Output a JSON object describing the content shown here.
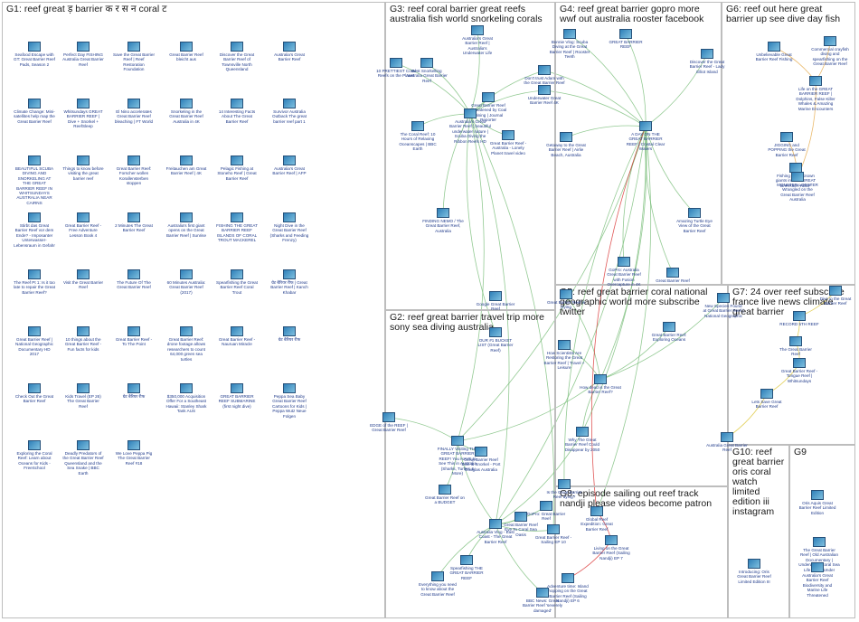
{
  "groups": [
    {
      "id": "g1",
      "label": "G1: reef great ड़ barrier क र स न coral ट"
    },
    {
      "id": "g2",
      "label": "G2: reef great barrier travel trip more sony sea diving australia"
    },
    {
      "id": "g3",
      "label": "G3: reef coral barrier great reefs australia fish world snorkeling corals"
    },
    {
      "id": "g4",
      "label": "G4: reef great barrier gopro more wwf out australia rooster facebook"
    },
    {
      "id": "g5",
      "label": "G5: reef great barrier coral national geographic world more subscribe twitter"
    },
    {
      "id": "g6",
      "label": "G6: reef out here great barrier up see dive day fish"
    },
    {
      "id": "g7",
      "label": "G7: 24 over reef subscribe france live news climate great barrier"
    },
    {
      "id": "g8",
      "label": "G8: episode sailing out reef track nandji please videos become patron"
    },
    {
      "id": "g9",
      "label": "G9"
    },
    {
      "id": "g10",
      "label": "G10: reef great barrier oris coral watch limited edition iii instagram"
    }
  ],
  "nodes": {
    "g1": [
      "Seafood Escape with GT: Great Barrier Reef Pads, Season 2",
      "Perfect Day FISHING Australia Great Barrier Reef",
      "Save the Great Barrier Reef | Reef Restoration Foundation",
      "Great Barrier Reef bleicht aus",
      "Discover the Great Barrier Reef of Townsville North Queensland",
      "Australia's Great Barrier Reef",
      "Climate Change: Mini-satellites help map the Great Barrier Reef",
      "Whitsundays GREAT BARRIER REEF | Dive + Snorkel + ReefSleep",
      "El Nino accelerates Great Barrier Reef bleaching | FT World",
      "Snorkeling in the Great Barrier Reef Australia in 4K",
      "14 Interesting Facts About The Great Barrier Reef",
      "Survivor Australia Outback The great barrier reef part 1",
      "BEAUTIFUL SCUBA DIVING AND SNORKELING AT THE GREAT BARRIER REEF IN WHITSUNDAYS AUSTRALIA NEAR CAIRNS",
      "Things to know before visiting the great barrier reef",
      "Great Barrier Reef: Forscher wollen Korallensterben stoppen",
      "Freitauchen am Great Barrier Reef | 4K",
      "Pelagic Fishing at Stoneho Reef | Great Barrier Reef",
      "Australia's Great Barrier Reef | AFP",
      "Stirbt das Great Barrier Reef vor dem Ende? - Imposanter Unterwasser-Lebensraum in Gefahr",
      "Great Barrier Reef - Free Adventure Lesson Book 4",
      "2 Minutes The Great Barrier Reef",
      "Australia's first giant opens on the Great Barrier Reef | Sunrise",
      "FISHING THE GREAT BARRIER REEF ISLANDS OF CORAL TROUT MACKEREL",
      "Night Dive in the Great Barrier Reef (Sharks and Feeding Frenzy)",
      "The Reef Pt 1: Is it too late to repair the Great Barrier Reef?",
      "Visit the Great Barrier Reef",
      "The Future Of The Great Barrier Reef",
      "60 Minutes Australia: Great Barrier Reef (2017)",
      "Spearfishing the Great Barrier Reef Coral Trout",
      "ग्रेट बैरियर रीफ | Great Barrier Reef | Kanch Khabar",
      "Great Barrier Reef | National Geographic Documentary HD 2017",
      "10 things about the Great Barrier Reef - Fun facts for kids",
      "Great Barrier Reef - To The Point",
      "Great Barrier Reef: drone footage allows researchers to count 64,000 green sea turtles",
      "Great Barrier Reef - Nauruan Miracle",
      "ग्रेट बैरियर रीफ",
      "Check Out the Great Barrier Reef",
      "Kids Travel (EP 26) The Great Barrier Reef",
      "ग्रेट बैरियर रीफ",
      "$350,000 Acquisition Offer For a Southeast Hawaii: Stanley Shark Tank AUS",
      "GREAT BARRIER REEF SUBMARINE (first night dive)",
      "Peppa Sea Baby Great Barrier Reef Cartoons for Kids | Peppa Wutz Neue Folgen",
      "Exploring the Coral Reef: Learn about Oceans for Kids - FreeSchool",
      "Deadly Predators of the Great Barrier Reef Queensland and the Sea Snake | BBC Earth",
      "We Love Peppa Pig The Great Barrier Reef #18",
      "",
      "",
      ""
    ],
    "g2": [
      "EDGE of the REEF | Great Barrier Reef",
      "FINALLY Visiting THE GREAT BARRIER REEF! You HAVE to See This in Australia (Sharks, Turtles & More)",
      "Great Barrier Reef Dive & Snorkel - Port Douglas Australia",
      "Great Barrier Reef on a BUDGET",
      "Australia Vlog - East Coast - The Great Barrier Reef",
      "Spearfishing THE GREAT BARRIER REEF",
      "Everything you need to know about the Great Barrier Reef",
      "OUR #1 BUCKET LIST (Great Barrier Reef)",
      "Google Great Barrier Reef"
    ],
    "g3": [
      "10 PRETTIEST Coral Reefs on the Planet",
      "Best Snorkelling Australia Great Barrier Reef",
      "Australia's Great Barrier Reef | Australia's Underwater Life",
      "Great Barrier Reef Threatened by Coal Mining | Journal Reporter",
      "The Coral Reef: 10 Hours of Relaxing Oceanscapes | BBC Earth",
      "Australia's Great Barrier Reef | beautiful underwater nature | Scuba Diving the Ribbon Reefs HD",
      "Great Barrier Reef - Australia - Lonely Planet travel video",
      "FINDING NEMO / The Great Barrier Reef, Australia"
    ],
    "g4": [
      "Bonnie Vlog: Scuba Diving at the Great Barrier Reef | Rooster Teeth",
      "GREAT BARRIER REEF",
      "Don't trust Adam with the Great Barrier Reef",
      "Underwater Great Barrier Reef 4K",
      "Discover the Great Barrier Reef - Lady Elliot Island",
      "A DAY ON THE GREAT BARRIER REEF | Crystal Clear Waters",
      "Getaway to the Great Barrier Reef | Airlie Beach, Australia",
      "Amazing Turtle Eye View of the Great Barrier Reef",
      "GoPro: Australia Great Barrier Reef with Fusion Overcapture in 4K",
      "Great Barrier Reef"
    ],
    "g5": [
      "Great Barrier Reef is Dying",
      "New Species Found at Great Barrier Reef | National Geographic",
      "How Scientists Are Restoring the Great Barrier Reef | Travel + Leisure",
      "Great Barrier Reef: Exploring Oceans",
      "How dead is the Great Barrier Reef?",
      "Why The Great Barrier Reef Could Disappear by 2050",
      "Is the Great Barrier Reef dying?"
    ],
    "g6": [
      "Unbelievable Great Barrier Reef Fishing",
      "Commercial crayfish diving and spearfishing on the Great Barrier Reef",
      "Life on the GREAT BARRIER REEF | Dolphins, False Killer Whales & Amazing Marine Encounters",
      "JIGGING and POPPING the Great Barrier Reef",
      "Fishing for Unknown giants in THE GREAT BARRIER REEF",
      "MONSTER LOBSTER Wrangled on the Great Barrier Reef Australia"
    ],
    "g7": [
      "Dive in the Great Barrier Reef",
      "RECORD 5TH REEF",
      "The Great Barrier Reef",
      "Great Barrier Reef - Tongue Reef | Whitsundays",
      "Lets Save Great Barrier Reef",
      "Australia Great Barrier Reef"
    ],
    "g8": [
      "GoPro: Great Barrier Reef",
      "Great Barrier Reef Eye To Coral Sea Oasis",
      "Great Barrier Reef - Sailing EP 10",
      "Global Reef Expedition: Great Barrier Reef",
      "Living on the Great Barrier Reef (Sailing Nandji) EP 7",
      "Adventure time: Island hopping on the Great Barrier Reef (Sailing Nandji) EP 6",
      "BBC News: Great Barrier Reef 'severely damaged'"
    ],
    "g9": [
      "Oris Aquis Great Barrier Reef Limited Edition",
      "The Great Barrier Reef | Old Australian Documentary | Underwater Coral Sea Life Down Under",
      "Australia's Great Barrier Reef Biodiversity and Marine Life Threatened"
    ],
    "g10": [
      "Introducing: Oris Great Barrier Reef Limited Edition III"
    ]
  }
}
